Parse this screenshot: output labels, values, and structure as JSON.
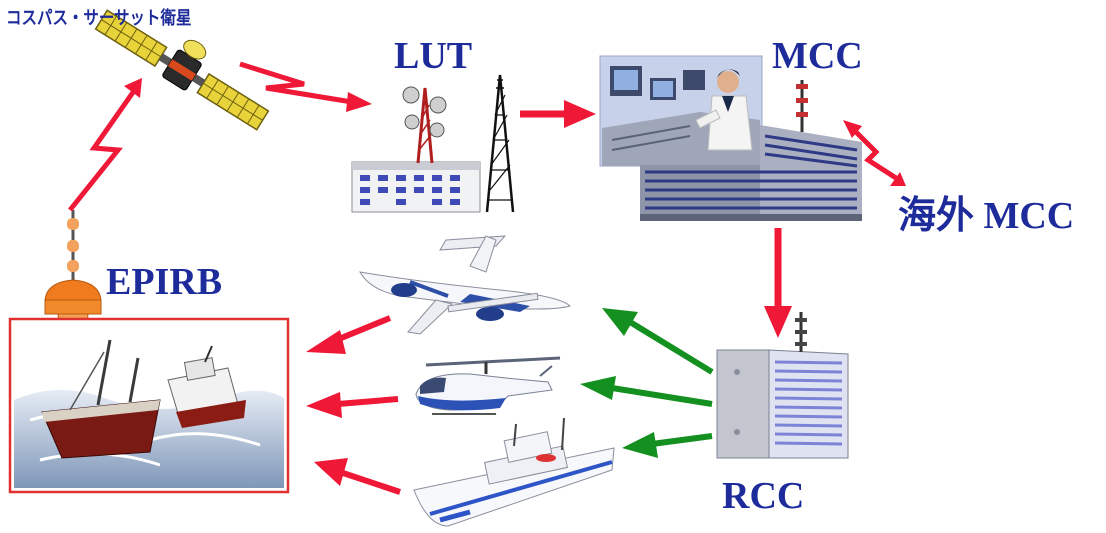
{
  "labels": {
    "satellite": "コスパス・サーサット衛星",
    "lut": "LUT",
    "mcc": "MCC",
    "foreign_mcc": "海外 MCC",
    "epirb": "EPIRB",
    "rcc": "RCC"
  },
  "colors": {
    "label_blue": "#1e2b9a",
    "alert_red": "#ef1836",
    "response_green": "#13901f",
    "box_red": "#e03030"
  }
}
